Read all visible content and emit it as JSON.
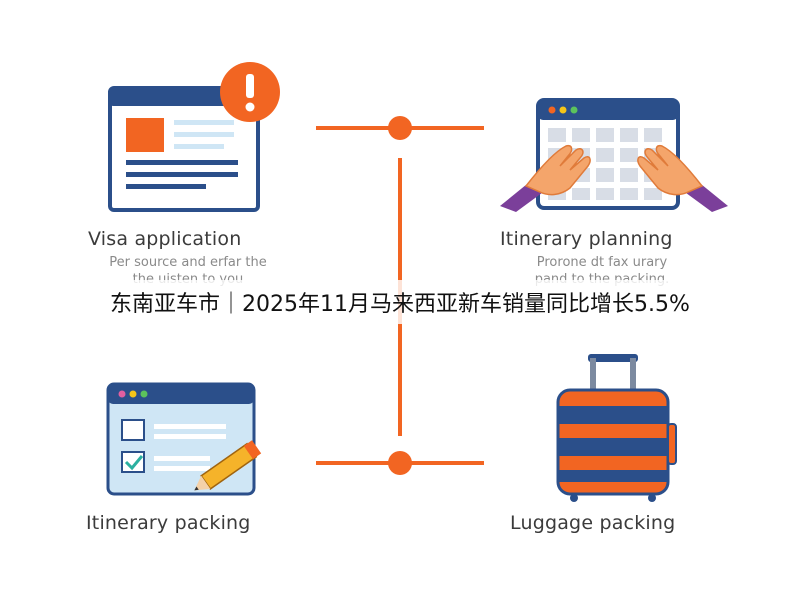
{
  "headline": "东南亚车市｜2025年11月马来西亚新车销量同比增长5.5%",
  "colors": {
    "accent_orange": "#f26522",
    "navy": "#2b4f8a",
    "light_blue": "#cfe6f5",
    "purple": "#7b3f9a"
  },
  "steps": [
    {
      "title": "Visa application",
      "description": [
        "Per source and erfar the",
        "the uisten to you"
      ],
      "icon": "document-alert-icon"
    },
    {
      "title": "Itinerary planning",
      "description": [
        "Prorone dt fax urary",
        "pand to the packing."
      ],
      "icon": "calendar-hands-icon"
    },
    {
      "title": "Itinerary packing",
      "description": [],
      "icon": "checklist-pencil-icon"
    },
    {
      "title": "Luggage packing",
      "description": [],
      "icon": "suitcase-icon"
    }
  ]
}
